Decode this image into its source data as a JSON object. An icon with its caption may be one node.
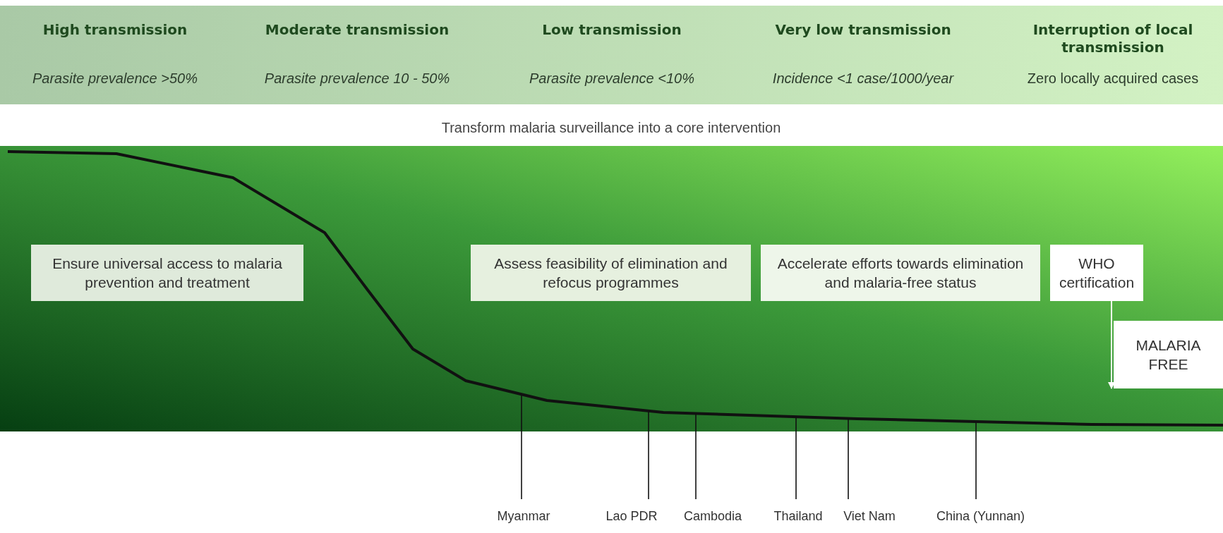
{
  "diagram": {
    "nodes": [
      {
        "text": [
          "Ensure universal access to malaria prevention and treatment"
        ]
      },
      {
        "text": [
          "Assess feasibility of elimination and refocus programmes"
        ]
      },
      {
        "text": [
          "Accelerate efforts towards elimination and malaria-free status"
        ]
      },
      {
        "text": [
          "WHO certification"
        ]
      },
      {
        "text": [
          "MALARIA FREE"
        ]
      },
      {
        "text": [
          "Myanmar"
        ]
      },
      {
        "text": [
          "Lao PDR"
        ]
      },
      {
        "text": [
          "Cambodia"
        ]
      },
      {
        "text": [
          "Thailand"
        ]
      },
      {
        "text": [
          "Viet Nam"
        ]
      },
      {
        "text": [
          "China (Yunnan)"
        ]
      }
    ],
    "edges": [
      {
        "from": 3,
        "to": 4,
        "arrow": "to",
        "color": "#ffffff"
      },
      {
        "from": 5,
        "to": null,
        "arrow": "none"
      },
      {
        "from": 6,
        "to": null,
        "arrow": "none"
      },
      {
        "from": 7,
        "to": null,
        "arrow": "none"
      },
      {
        "from": 8,
        "to": null,
        "arrow": "none"
      },
      {
        "from": 9,
        "to": null,
        "arrow": "none"
      },
      {
        "from": 10,
        "to": null,
        "arrow": "none"
      }
    ],
    "labels": [
      "High transmission",
      "Moderate transmission",
      "Low transmission",
      "Very low transmission",
      "Interruption of local transmission",
      "Parasite prevalence >50%",
      "Parasite prevalence 10 - 50%",
      "Parasite prevalence <10%",
      "Incidence <1 case/1000/year",
      "Zero locally acquired cases",
      "Transform malaria surveillance into a core intervention"
    ]
  }
}
